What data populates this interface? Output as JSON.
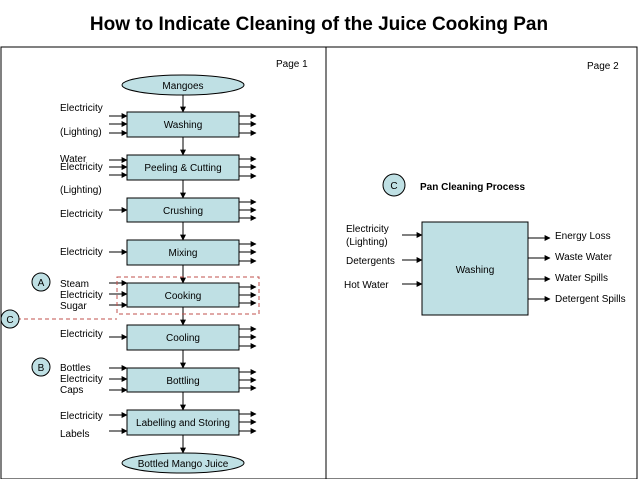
{
  "title": "How to Indicate Cleaning of the Juice Cooking Pan",
  "page1": {
    "label": "Page 1",
    "start": "Mangoes",
    "end": "Bottled Mango Juice",
    "steps": [
      {
        "name": "Washing",
        "inputs": [
          "Electricity",
          "(Lighting)",
          "Water"
        ]
      },
      {
        "name": "Peeling & Cutting",
        "inputs": [
          "Electricity",
          "(Lighting)"
        ]
      },
      {
        "name": "Crushing",
        "inputs": [
          "Electricity"
        ]
      },
      {
        "name": "Mixing",
        "inputs": [
          "Electricity"
        ]
      },
      {
        "name": "Cooking",
        "inputs": [
          "Steam",
          "Electricity",
          "Sugar"
        ]
      },
      {
        "name": "Cooling",
        "inputs": [
          "Electricity"
        ]
      },
      {
        "name": "Bottling",
        "inputs": [
          "Bottles",
          "Electricity",
          "Caps"
        ]
      },
      {
        "name": "Labelling and Storing",
        "inputs": [
          "Electricity",
          "Labels"
        ]
      }
    ],
    "markers": [
      "A",
      "C",
      "B"
    ]
  },
  "page2": {
    "label": "Page 2",
    "marker": "C",
    "heading": "Pan Cleaning Process",
    "process": "Washing",
    "inputs": [
      "Electricity",
      "(Lighting)",
      "Detergents",
      "Hot Water"
    ],
    "outputs": [
      "Energy Loss",
      "Waste Water",
      "Water Spills",
      "Detergent Spills"
    ]
  },
  "colors": {
    "box_fill": "#bfe0e4",
    "box_stroke": "#000000",
    "dashed": "#c0504d",
    "marker_fill": "#bfe0e4"
  }
}
